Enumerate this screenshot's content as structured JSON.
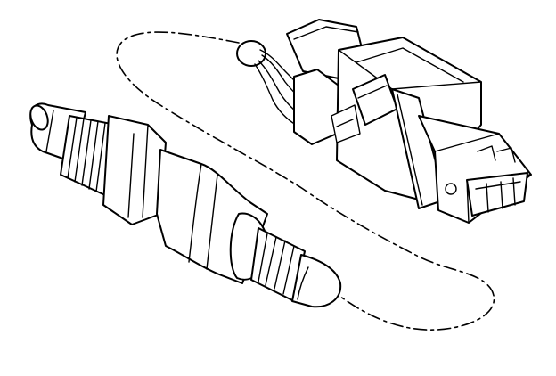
{
  "figure": {
    "type": "technical-line-drawing",
    "background": "#ffffff",
    "stroke_color": "#000000",
    "parts": [
      {
        "id": "oxygen-sensor",
        "icon": "threaded-sensor-probe"
      },
      {
        "id": "harness-connector",
        "icon": "electrical-plug"
      },
      {
        "id": "wire-loop",
        "icon": "dash-dot-cable-path"
      }
    ]
  }
}
